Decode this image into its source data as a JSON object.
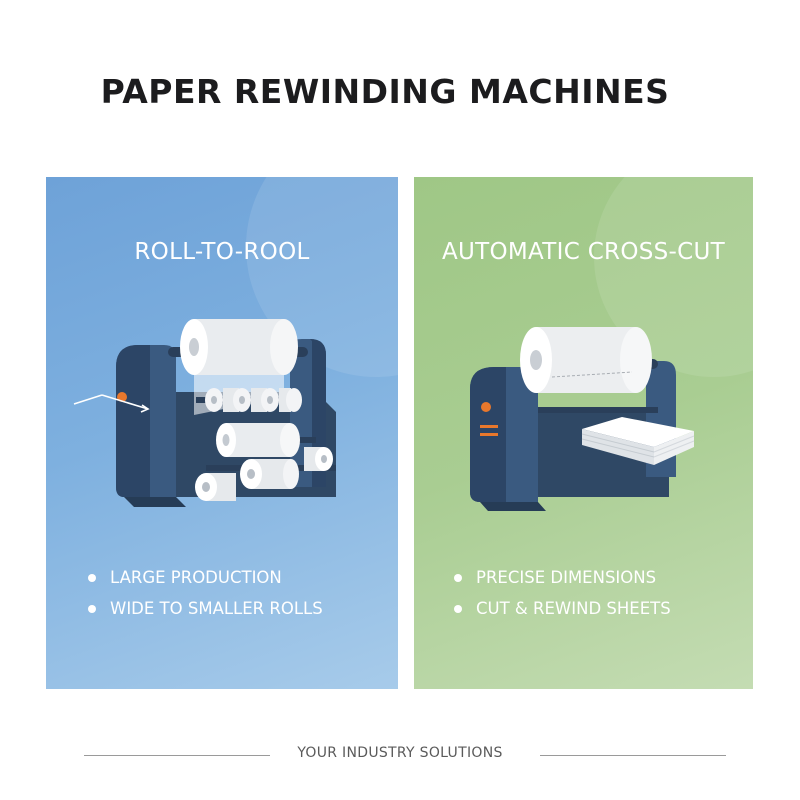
{
  "title": "PAPER REWINDING MACHINES",
  "panels": [
    {
      "heading": "ROLL-TO-ROOL",
      "image_icon": "roll-to-roll-machine-icon",
      "bullets": [
        "LARGE PRODUCTION",
        "WIDE TO SMALLER ROLLS"
      ]
    },
    {
      "heading": "AUTOMATIC CROSS-CUT",
      "image_icon": "cross-cut-machine-icon",
      "bullets": [
        "PRECISE DIMENSIONS",
        "CUT & REWIND SHEETS"
      ]
    }
  ],
  "footer": "YOUR INDUSTRY SOLUTIONS",
  "colors": {
    "left_panel": "#7eb0df",
    "right_panel": "#a9cd92",
    "machine_body": "#34506f",
    "accent": "#e9782c"
  }
}
